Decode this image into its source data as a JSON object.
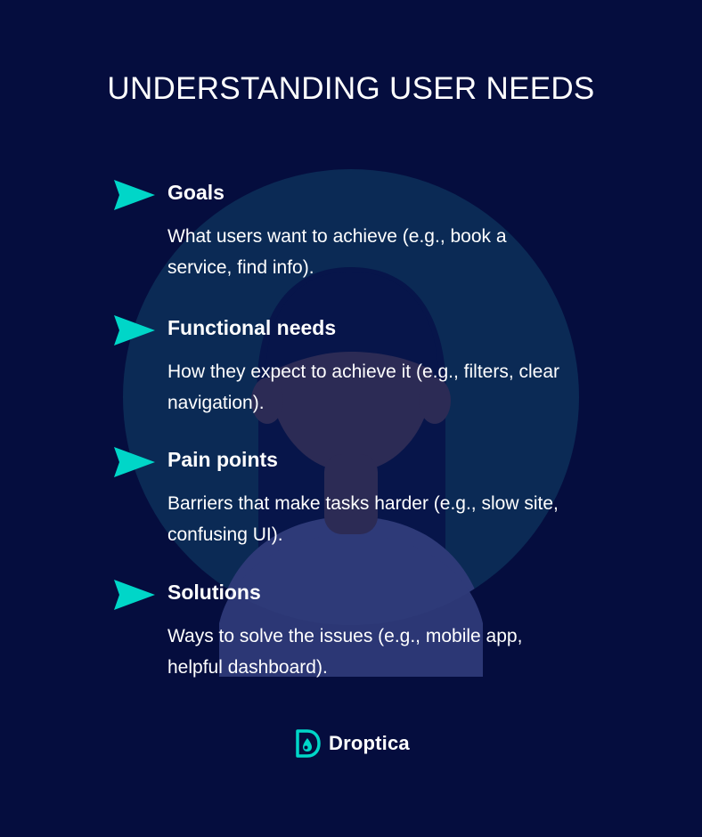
{
  "title": "UNDERSTANDING USER NEEDS",
  "colors": {
    "background": "#050d3e",
    "accent": "#00d6c8",
    "circle": "#0b2a55",
    "figure": "#2b2b58"
  },
  "items": [
    {
      "heading": "Goals",
      "description": "What users want to achieve (e.g., book a service, find info).",
      "icon": "play-arrow-icon"
    },
    {
      "heading": "Functional needs",
      "description": "How they expect to achieve it (e.g., filters, clear navigation).",
      "icon": "play-arrow-icon"
    },
    {
      "heading": "Pain points",
      "description": "Barriers that make tasks harder (e.g., slow site, confusing UI).",
      "icon": "play-arrow-icon"
    },
    {
      "heading": "Solutions",
      "description": "Ways to solve the issues (e.g., mobile app, helpful dashboard).",
      "icon": "play-arrow-icon"
    }
  ],
  "logo": {
    "name": "Droptica",
    "icon": "droptica-logo-icon"
  }
}
